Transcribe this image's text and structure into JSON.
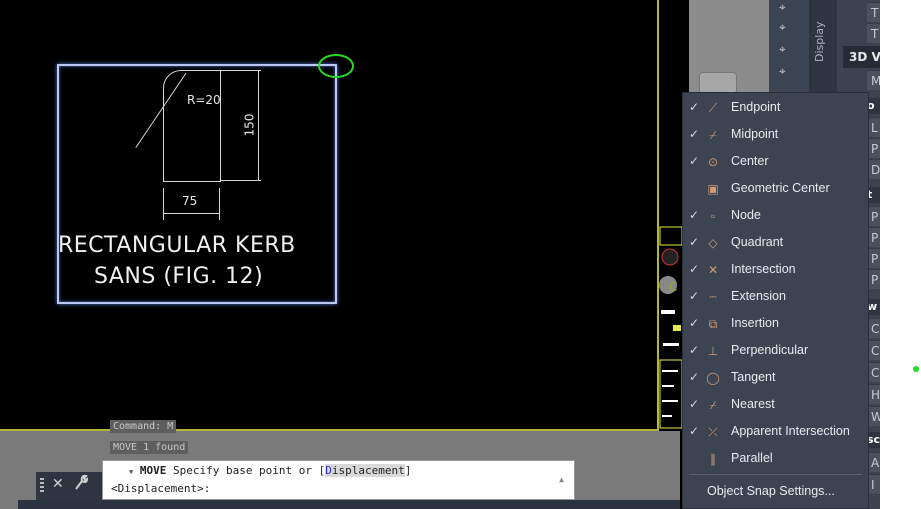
{
  "drawing": {
    "radius_label": "R=20",
    "height_label": "150",
    "width_label": "75",
    "title_line1": "RECTANGULAR KERB",
    "title_line2": "SANS (FIG. 12)",
    "frame_color": "#b9c7ef",
    "grip_cursor_color": "#22dd22"
  },
  "command": {
    "history": [
      "Command: M",
      "MOVE 1 found"
    ],
    "prompt_command": "MOVE",
    "prompt_text": "Specify base point or [",
    "option_key": "D",
    "option_rest": "isplacement",
    "prompt_close": "]",
    "line2": "<Displacement>:",
    "close_icon": "✕",
    "customize_icon": "wrench-icon"
  },
  "side_panel": {
    "display_tab": "Display",
    "view_label": "3D V",
    "rows_top": [
      "T",
      "T"
    ],
    "rows_mid": [
      "M"
    ],
    "section1_head": "o",
    "section1_rows": [
      "L",
      "P",
      "D"
    ],
    "section2_head": "t",
    "section2_rows": [
      "P",
      "P",
      "P",
      "P"
    ],
    "section3_head": "w",
    "section3_rows": [
      "C",
      "C",
      "C",
      "H",
      "W"
    ],
    "section4_head": "sc",
    "section4_rows": [
      "A",
      "I"
    ]
  },
  "osnap_menu": {
    "items": [
      {
        "label": "Endpoint",
        "checked": true,
        "icon": "endpoint-icon",
        "glyph": "⟋"
      },
      {
        "label": "Midpoint",
        "checked": true,
        "icon": "midpoint-icon",
        "glyph": "⌿"
      },
      {
        "label": "Center",
        "checked": true,
        "icon": "center-icon",
        "glyph": "⊙"
      },
      {
        "label": "Geometric Center",
        "checked": false,
        "icon": "geometric-center-icon",
        "glyph": "▣"
      },
      {
        "label": "Node",
        "checked": true,
        "icon": "node-icon",
        "glyph": "▫"
      },
      {
        "label": "Quadrant",
        "checked": true,
        "icon": "quadrant-icon",
        "glyph": "◇"
      },
      {
        "label": "Intersection",
        "checked": true,
        "icon": "intersection-icon",
        "glyph": "✕"
      },
      {
        "label": "Extension",
        "checked": true,
        "icon": "extension-icon",
        "glyph": "┄"
      },
      {
        "label": "Insertion",
        "checked": true,
        "icon": "insertion-icon",
        "glyph": "⧉"
      },
      {
        "label": "Perpendicular",
        "checked": true,
        "icon": "perpendicular-icon",
        "glyph": "⊥"
      },
      {
        "label": "Tangent",
        "checked": true,
        "icon": "tangent-icon",
        "glyph": "◯"
      },
      {
        "label": "Nearest",
        "checked": true,
        "icon": "nearest-icon",
        "glyph": "⌿"
      },
      {
        "label": "Apparent Intersection",
        "checked": true,
        "icon": "apparent-intersection-icon",
        "glyph": "⤫"
      },
      {
        "label": "Parallel",
        "checked": false,
        "icon": "parallel-icon",
        "glyph": "∥"
      }
    ],
    "check_glyph": "✓",
    "settings_label": "Object Snap Settings..."
  }
}
